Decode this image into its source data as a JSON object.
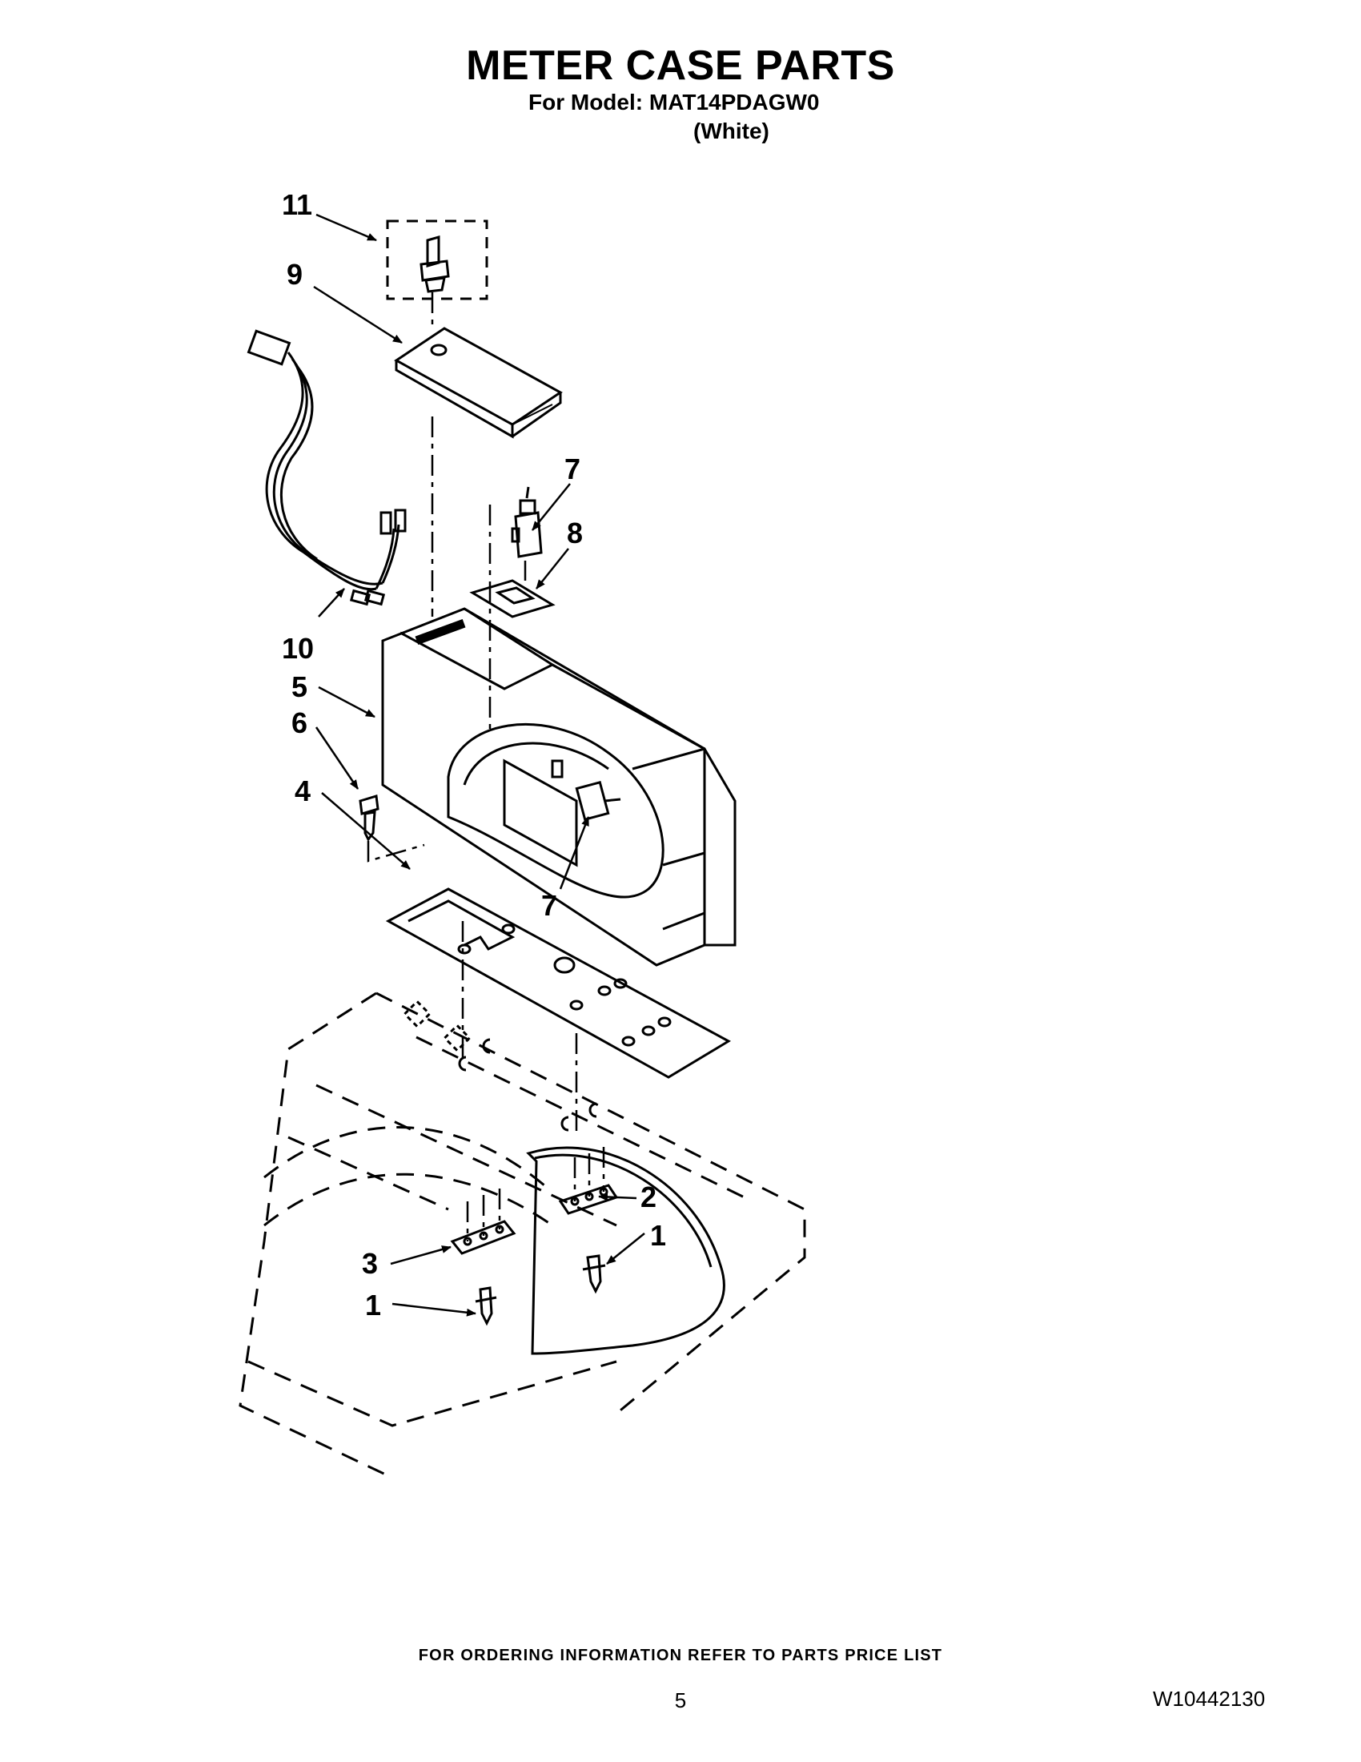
{
  "header": {
    "title": "METER CASE PARTS",
    "model_line": "For Model: MAT14PDAGW0",
    "color_line": "(White)"
  },
  "callouts": [
    {
      "id": "11",
      "label": "11"
    },
    {
      "id": "9",
      "label": "9"
    },
    {
      "id": "7a",
      "label": "7"
    },
    {
      "id": "8",
      "label": "8"
    },
    {
      "id": "10",
      "label": "10"
    },
    {
      "id": "5",
      "label": "5"
    },
    {
      "id": "6",
      "label": "6"
    },
    {
      "id": "4",
      "label": "4"
    },
    {
      "id": "7b",
      "label": "7"
    },
    {
      "id": "2",
      "label": "2"
    },
    {
      "id": "1a",
      "label": "1"
    },
    {
      "id": "3",
      "label": "3"
    },
    {
      "id": "1b",
      "label": "1"
    }
  ],
  "footer": {
    "ordering_note": "FOR ORDERING INFORMATION REFER TO PARTS PRICE LIST",
    "page_number": "5",
    "document_number": "W10442130"
  }
}
